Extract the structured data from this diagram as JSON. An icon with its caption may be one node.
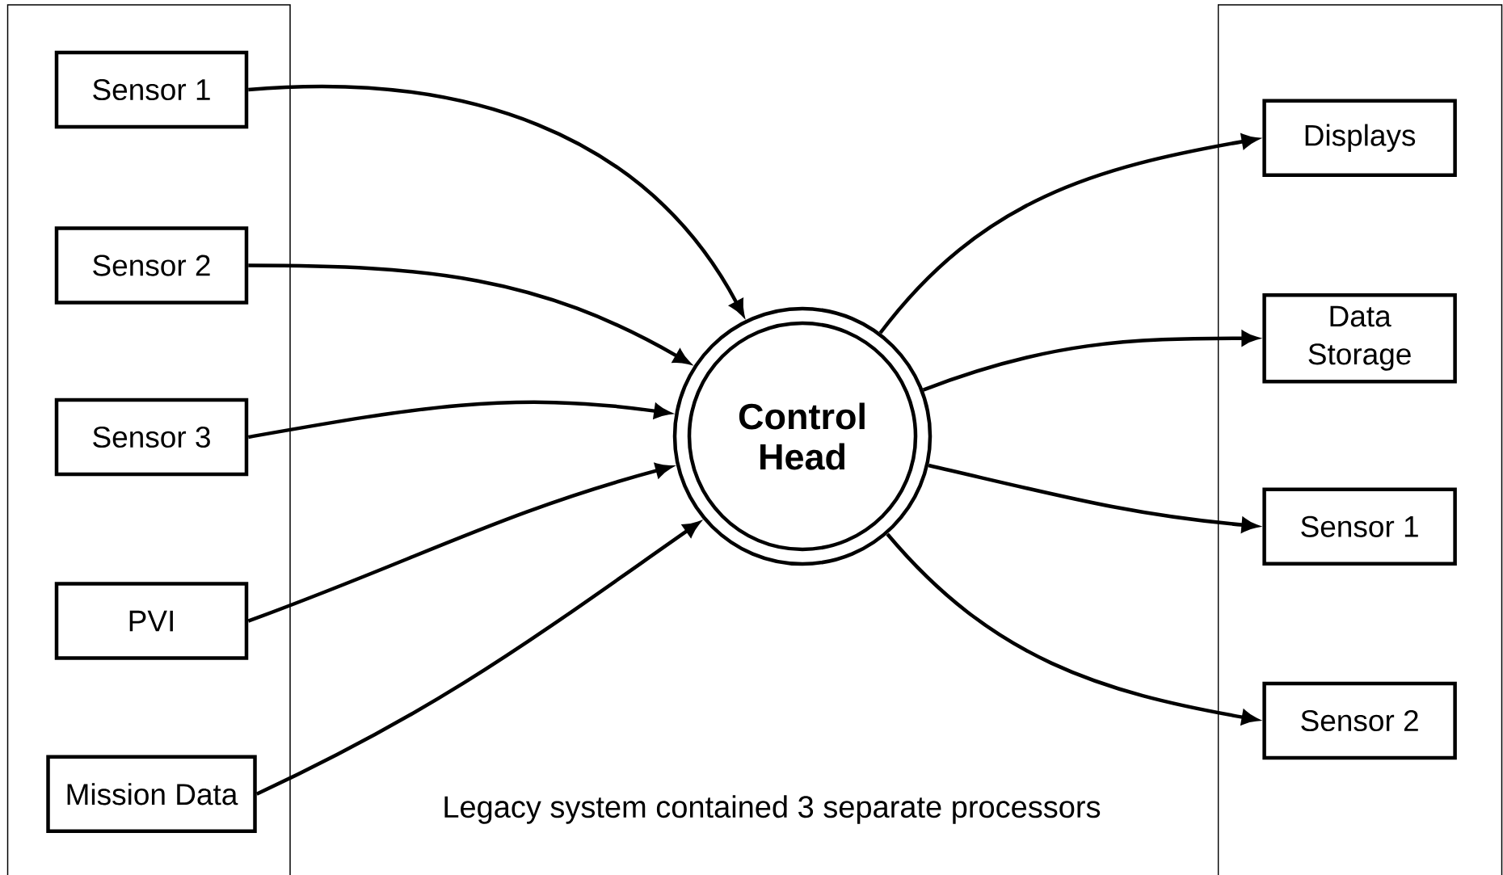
{
  "diagram": {
    "nodes": [
      {
        "text": [],
        "shape": "box"
      },
      {
        "text": [
          "Sensor 1"
        ],
        "in": 0
      },
      {
        "text": [
          "Sensor 2"
        ],
        "in": 0
      },
      {
        "text": [
          "Sensor 3"
        ],
        "in": 0
      },
      {
        "text": [
          "PVI"
        ],
        "in": 0
      },
      {
        "text": [
          "Mission Data"
        ],
        "in": 0
      },
      {
        "text": [
          "Control Head"
        ]
      },
      {
        "text": [],
        "shape": "box"
      },
      {
        "text": [
          "Displays"
        ],
        "in": 7
      },
      {
        "text": [
          "Data Storage"
        ],
        "in": 7
      },
      {
        "text": [
          "Sensor 1"
        ],
        "in": 7
      },
      {
        "text": [
          "Sensor 2"
        ],
        "in": 7
      }
    ],
    "edges": [
      {
        "from": 1,
        "to": 6,
        "arrow": "to"
      },
      {
        "from": 2,
        "to": 6,
        "arrow": "to"
      },
      {
        "from": 3,
        "to": 6,
        "arrow": "to"
      },
      {
        "from": 4,
        "to": 6,
        "arrow": "to"
      },
      {
        "from": 5,
        "to": 6,
        "arrow": "to"
      },
      {
        "from": 6,
        "to": 8,
        "arrow": "to"
      },
      {
        "from": 6,
        "to": 9,
        "arrow": "to"
      },
      {
        "from": 6,
        "to": 10,
        "arrow": "to"
      },
      {
        "from": 6,
        "to": 11,
        "arrow": "to"
      }
    ],
    "labels": [
      "Legacy system contained 3 separate processors"
    ]
  }
}
